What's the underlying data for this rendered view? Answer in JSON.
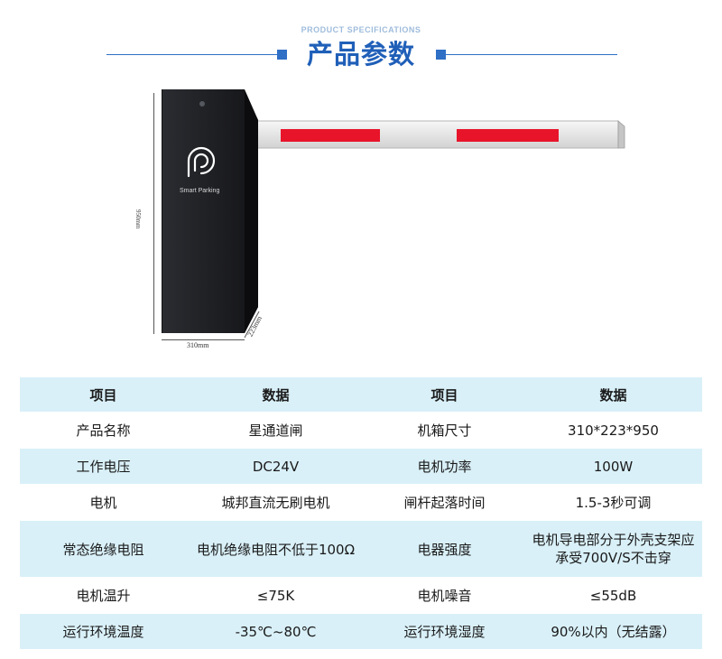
{
  "header": {
    "subtitle_en": "PRODUCT SPECIFICATIONS",
    "title": "产品参数"
  },
  "product_image": {
    "logo_text": "Smart Parking",
    "dim_height": "950mm",
    "dim_width": "310mm",
    "dim_depth": "223mm",
    "colors": {
      "cabinet": "#1e1f23",
      "arm": "#eeeeee",
      "stripe": "#e8142a"
    }
  },
  "table": {
    "headers": [
      "项目",
      "数据",
      "项目",
      "数据"
    ],
    "rows": [
      {
        "label1": "产品名称",
        "value1": "星通道闸",
        "label2": "机箱尺寸",
        "value2": "310*223*950"
      },
      {
        "label1": "工作电压",
        "value1": "DC24V",
        "label2": "电机功率",
        "value2": "100W"
      },
      {
        "label1": "电机",
        "value1": "城邦直流无刷电机",
        "label2": "闸杆起落时间",
        "value2": "1.5-3秒可调"
      },
      {
        "label1": "常态绝缘电阻",
        "value1": "电机绝缘电阻不低于100Ω",
        "label2": "电器强度",
        "value2": "电机导电部分于外壳支架应承受700V/S不击穿"
      },
      {
        "label1": "电机温升",
        "value1": "≤75K",
        "label2": "电机噪音",
        "value2": "≤55dB"
      },
      {
        "label1": "运行环境温度",
        "value1": "-35℃~80℃",
        "label2": "运行环境湿度",
        "value2": "90%以内（无结露）"
      }
    ]
  }
}
